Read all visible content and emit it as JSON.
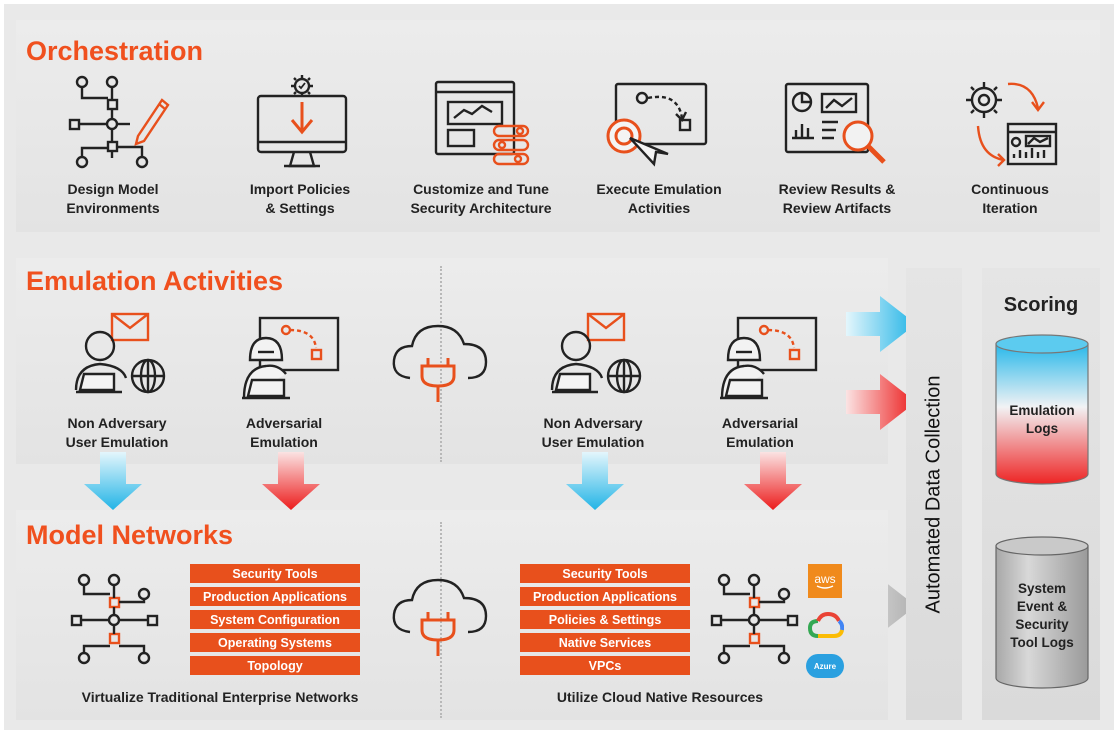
{
  "orchestration": {
    "title": "Orchestration",
    "steps": [
      {
        "line1": "Design Model",
        "line2": "Environments",
        "icon": "network-pencil-icon"
      },
      {
        "line1": "Import Policies",
        "line2": "& Settings",
        "icon": "monitor-gear-import-icon"
      },
      {
        "line1": "Customize and Tune",
        "line2": "Security Architecture",
        "icon": "dashboard-toggles-icon"
      },
      {
        "line1": "Execute Emulation",
        "line2": "Activities",
        "icon": "click-execute-icon"
      },
      {
        "line1": "Review Results &",
        "line2": "Review Artifacts",
        "icon": "report-magnifier-icon"
      },
      {
        "line1": "Continuous",
        "line2": "Iteration",
        "icon": "cycle-gear-dashboard-icon"
      }
    ]
  },
  "emulation": {
    "title": "Emulation Activities",
    "items": [
      {
        "line1": "Non Adversary",
        "line2": "User Emulation",
        "icon": "user-email-globe-icon"
      },
      {
        "line1": "Adversarial",
        "line2": "Emulation",
        "icon": "hooded-hacker-icon"
      },
      {
        "line1": "Non Adversary",
        "line2": "User Emulation",
        "icon": "user-email-globe-icon"
      },
      {
        "line1": "Adversarial",
        "line2": "Emulation",
        "icon": "hooded-hacker-icon"
      }
    ]
  },
  "networks": {
    "title": "Model Networks",
    "traditional_tags": [
      "Security Tools",
      "Production Applications",
      "System Configuration",
      "Operating Systems",
      "Topology"
    ],
    "cloud_tags": [
      "Security Tools",
      "Production Applications",
      "Policies & Settings",
      "Native Services",
      "VPCs"
    ],
    "traditional_caption": "Virtualize Traditional Enterprise Networks",
    "cloud_caption": "Utilize Cloud Native Resources",
    "cloud_logos": {
      "aws": "aws",
      "azure": "Azure",
      "gcp": "google-cloud-icon"
    }
  },
  "data_collection": {
    "label": "Automated Data Collection"
  },
  "scoring": {
    "title": "Scoring",
    "emulation_logs": {
      "line1": "Emulation",
      "line2": "Logs"
    },
    "system_logs": {
      "line1": "System",
      "line2": "Event &",
      "line3": "Security",
      "line4": "Tool Logs"
    }
  },
  "colors": {
    "accent": "#f0501e",
    "tag": "#e8501c",
    "cyan": "#3bbfe8",
    "red": "#ee2020"
  }
}
